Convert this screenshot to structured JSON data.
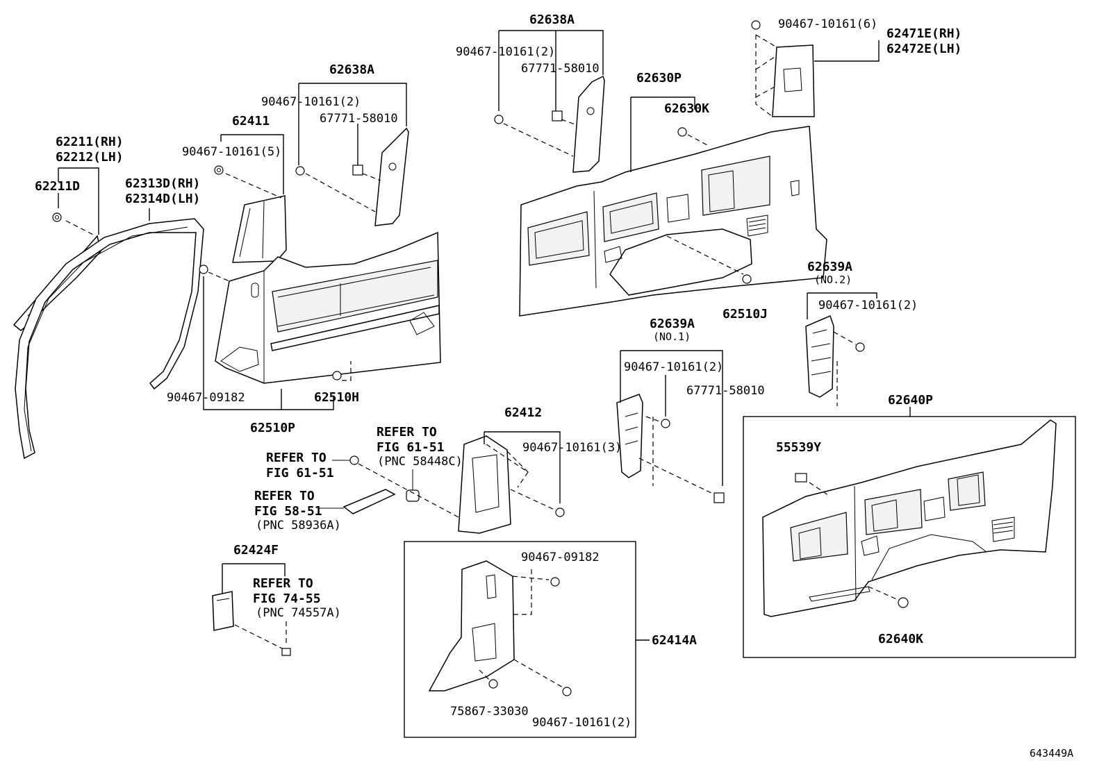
{
  "diagram_id": "643449A",
  "labels": {
    "p62638A_top": "62638A",
    "p90467_10161_2_top": "90467-10161(2)",
    "p67771_58010_top": "67771-58010",
    "p90467_10161_6": "90467-10161(6)",
    "p62471E": "62471E(RH)",
    "p62472E": "62472E(LH)",
    "p62630P": "62630P",
    "p62630K": "62630K",
    "p62638A_mid": "62638A",
    "p90467_10161_2_mid": "90467-10161(2)",
    "p67771_58010_mid": "67771-58010",
    "p62411": "62411",
    "p90467_10161_5": "90467-10161(5)",
    "p62211": "62211(RH)",
    "p62212": "62212(LH)",
    "p62211D": "62211D",
    "p62313D": "62313D(RH)",
    "p62314D": "62314D(LH)",
    "p62510J": "62510J",
    "p62639A_no2": "62639A",
    "no2": "(NO.2)",
    "p90467_10161_2_r": "90467-10161(2)",
    "p62639A_no1": "62639A",
    "no1": "(NO.1)",
    "p90467_10161_2_c": "90467-10161(2)",
    "p67771_58010_c": "67771-58010",
    "p90467_09182_l": "90467-09182",
    "p62510H": "62510H",
    "p62510P": "62510P",
    "p62640P": "62640P",
    "p55539Y": "55539Y",
    "p62640K": "62640K",
    "p62412": "62412",
    "p90467_10161_3": "90467-10161(3)",
    "refer1_a": "REFER TO",
    "refer1_b": "FIG 61-51",
    "refer1_c": "(PNC 58448C)",
    "refer2_a": "REFER TO",
    "refer2_b": "FIG 61-51",
    "refer3_a": "REFER TO",
    "refer3_b": "FIG 58-51",
    "refer3_c": "(PNC 58936A)",
    "p62424F": "62424F",
    "refer4_a": "REFER TO",
    "refer4_b": "FIG 74-55",
    "refer4_c": "(PNC 74557A)",
    "p90467_09182_b": "90467-09182",
    "p62414A": "62414A",
    "p75867_33030": "75867-33030",
    "p90467_10161_2_b": "90467-10161(2)",
    "footer_id": "643449A"
  }
}
